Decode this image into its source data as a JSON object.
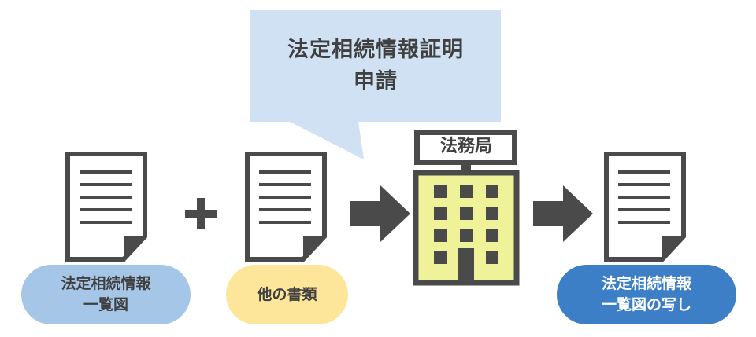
{
  "callout": {
    "line1": "法定相続情報証明",
    "line2": "申請"
  },
  "building": {
    "sign": "法務局"
  },
  "labels": {
    "list_line1": "法定相続情報",
    "list_line2": "一覧図",
    "other_docs": "他の書類",
    "copy_line1": "法定相続情報",
    "copy_line2": "一覧図の写し"
  },
  "colors": {
    "callout_bg": "#cfe1f2",
    "dark_gray": "#4a4a4a",
    "building_fill": "#f0f29a",
    "pill_light_blue": "#a5c6e7",
    "pill_yellow": "#fde59a",
    "pill_dark_blue": "#3d7fc6"
  },
  "icons": [
    "document-icon",
    "plus-icon",
    "arrow-right-icon",
    "building-icon"
  ]
}
